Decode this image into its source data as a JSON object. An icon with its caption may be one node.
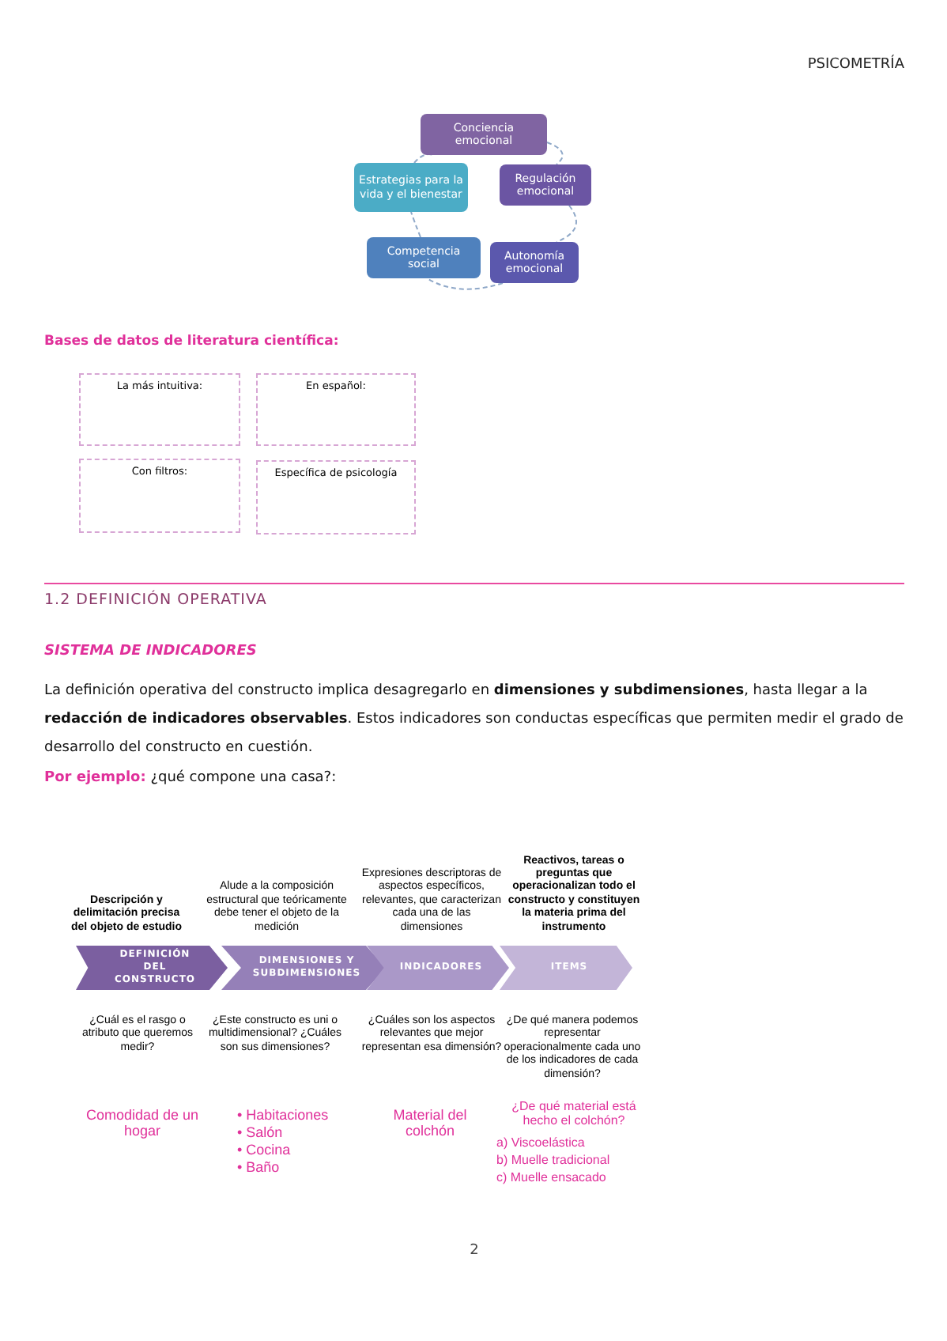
{
  "diagram": {
    "nodes": [
      {
        "text": [
          "Conciencia emocional"
        ]
      },
      {
        "text": [
          "Estrategias para la vida y el bienestar"
        ]
      },
      {
        "text": [
          "Regulación emocional"
        ]
      },
      {
        "text": [
          "Competencia social"
        ]
      },
      {
        "text": [
          "Autonomía emocional"
        ]
      },
      {
        "text": [
          "La más intuitiva:"
        ]
      },
      {
        "text": [
          "En español:"
        ]
      },
      {
        "text": [
          "Con filtros:"
        ]
      },
      {
        "text": [
          "Específica de psicología"
        ]
      },
      {
        "text": [
          "DEFINICIÓN DEL CONSTRUCTO"
        ],
        "beside": [
          "Descripción y delimitación precisa del objeto de estudio",
          "¿Cuál es el rasgo o atributo que queremos medir?"
        ]
      },
      {
        "text": [
          "DIMENSIONES Y SUBDIMENSIONES"
        ],
        "beside": [
          "Alude a la composición estructural que teóricamente debe tener el objeto de la medición",
          "¿Este constructo es uni o multidimensional? ¿Cuáles son sus dimensiones?"
        ]
      },
      {
        "text": [
          "INDICADORES"
        ],
        "beside": [
          "Expresiones descriptoras de aspectos específicos, relevantes, que caracterizan cada una de las dimensiones",
          "¿Cuáles son los aspectos relevantes que mejor representan esa dimensión?"
        ]
      },
      {
        "text": [
          "ITEMS"
        ],
        "beside": [
          "Reactivos, tareas o preguntas que operacionalizan todo el constructo y constituyen la materia prima del instrumento",
          "¿De qué manera podemos representar operacionalmente cada uno de los indicadores de cada dimensión?"
        ]
      }
    ],
    "edges": [
      {
        "from": 0,
        "to": 2,
        "arrow": "none",
        "style": "dashed"
      },
      {
        "from": 2,
        "to": 4,
        "arrow": "none",
        "style": "dashed"
      },
      {
        "from": 4,
        "to": 3,
        "arrow": "none",
        "style": "dashed"
      },
      {
        "from": 3,
        "to": 1,
        "arrow": "none",
        "style": "dashed"
      },
      {
        "from": 1,
        "to": 0,
        "arrow": "none",
        "style": "dashed"
      }
    ],
    "labels": [
      "PSICOMETRÍA",
      "Bases de datos de literatura científica:",
      "1.2 DEFINICIÓN OPERATIVA",
      "SISTEMA DE INDICADORES",
      "La definición operativa del constructo implica desagregarlo en **dimensiones y subdimensiones**, hasta llegar a la **redacción de indicadores observables**. Estos indicadores son conductas específicas que permiten medir el grado de desarrollo del constructo en cuestión.",
      "**Por ejemplo:** ¿qué compone una casa?:",
      "Comodidad de un hogar",
      "• Habitaciones",
      "• Salón",
      "• Cocina",
      "• Baño",
      "Material del colchón",
      "¿De qué material está hecho el colchón?",
      "a) Viscoelástica",
      "b) Muelle tradicional",
      "c) Muelle ensacado",
      "2"
    ]
  }
}
